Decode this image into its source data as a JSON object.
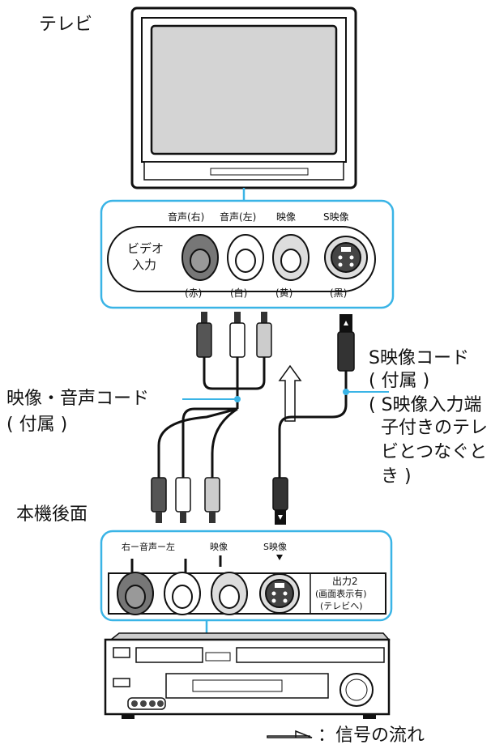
{
  "tv_label": "テレビ",
  "tv_panel": {
    "headers": [
      "音声(右)",
      "音声(左)",
      "映像",
      "S映像"
    ],
    "input_label": [
      "ビデオ",
      "入力"
    ],
    "colors": [
      "(赤)",
      "(白)",
      "(黄)",
      "(黒)"
    ]
  },
  "av_cord": {
    "line1": "映像・音声コード",
    "line2": "( 付属 )"
  },
  "s_cord": {
    "lines": [
      "S映像コード",
      "( 付属 )",
      "( S映像入力端",
      "子付きのテレ",
      "ビとつなぐと",
      "き )"
    ]
  },
  "deck_label": "本機後面",
  "deck_panel": {
    "audio_label": "右ー音声ー左",
    "video_label": "映像",
    "s_video_label": "S映像",
    "output": [
      "出力2",
      "(画面表示有)",
      "(テレビへ)"
    ]
  },
  "legend": {
    "text": "：信号の流れ"
  },
  "colors": {
    "frame": "#3ab4e6",
    "red_jack": "#6b6b6b",
    "dark": "#333333"
  }
}
